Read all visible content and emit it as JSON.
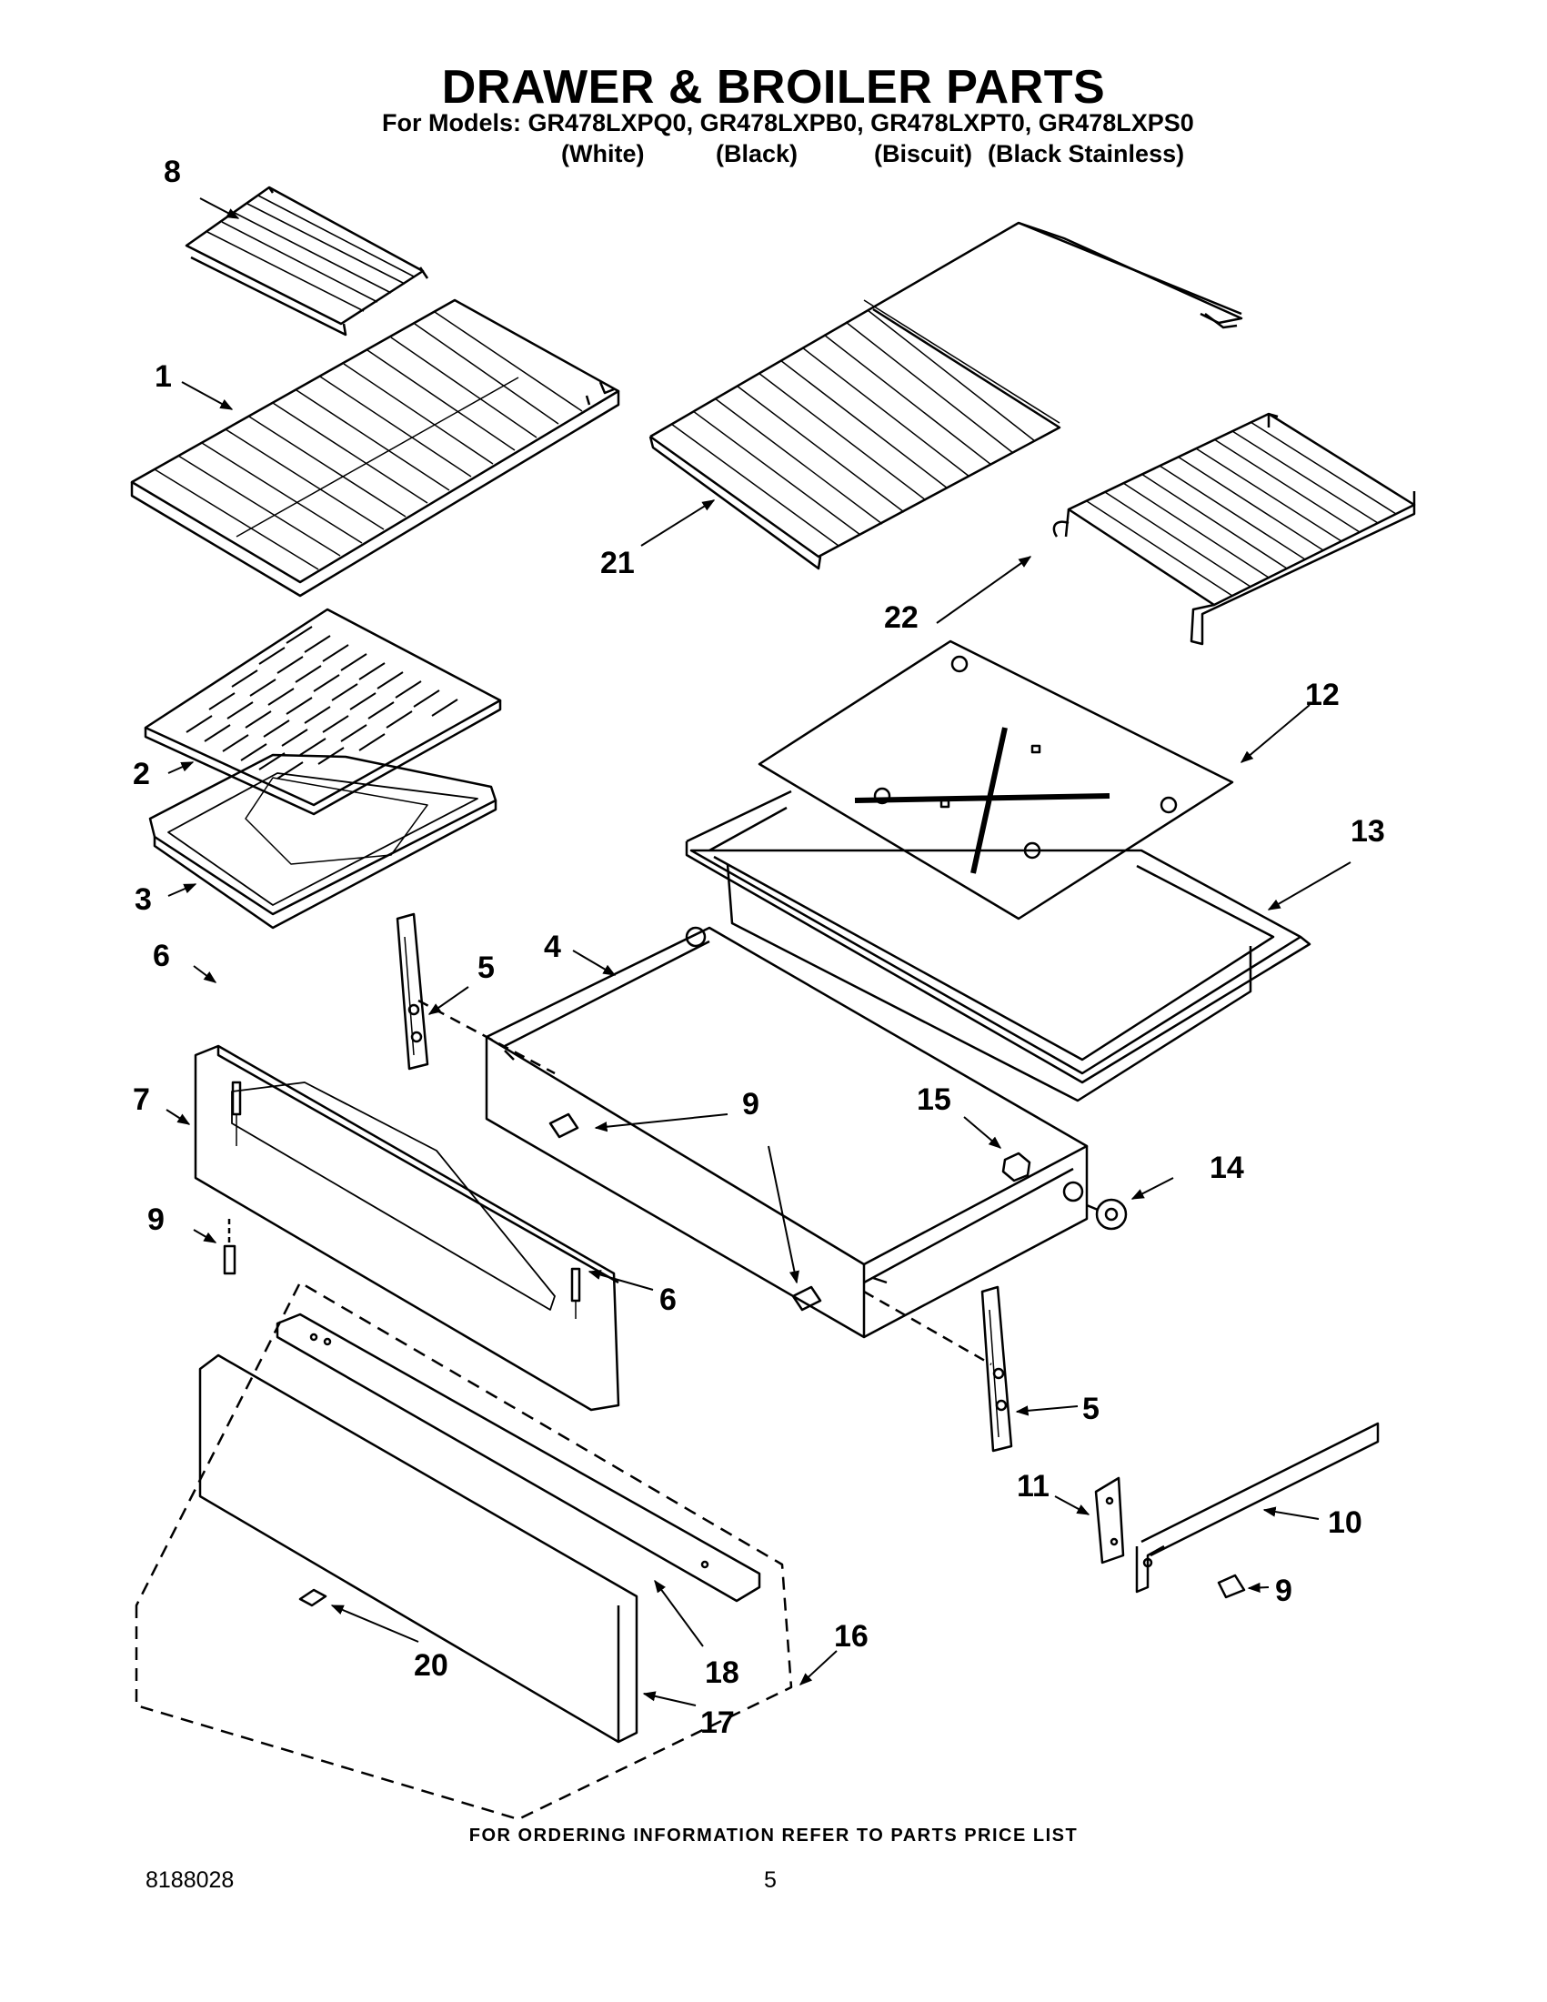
{
  "title": "DRAWER & BROILER PARTS",
  "models_line": "For Models: GR478LXPQ0, GR478LXPB0, GR478LXPT0, GR478LXPS0",
  "variants": [
    "(White)",
    "(Black)",
    "(Biscuit)",
    "(Black Stainless)"
  ],
  "callouts": [
    "8",
    "1",
    "21",
    "22",
    "2",
    "3",
    "12",
    "13",
    "6",
    "5",
    "4",
    "7",
    "9",
    "15",
    "14",
    "6",
    "9",
    "5",
    "11",
    "10",
    "9",
    "16",
    "20",
    "18",
    "17"
  ],
  "footer_note": "FOR ORDERING INFORMATION REFER TO PARTS PRICE LIST",
  "doc_number": "8188028",
  "page_number": "5"
}
